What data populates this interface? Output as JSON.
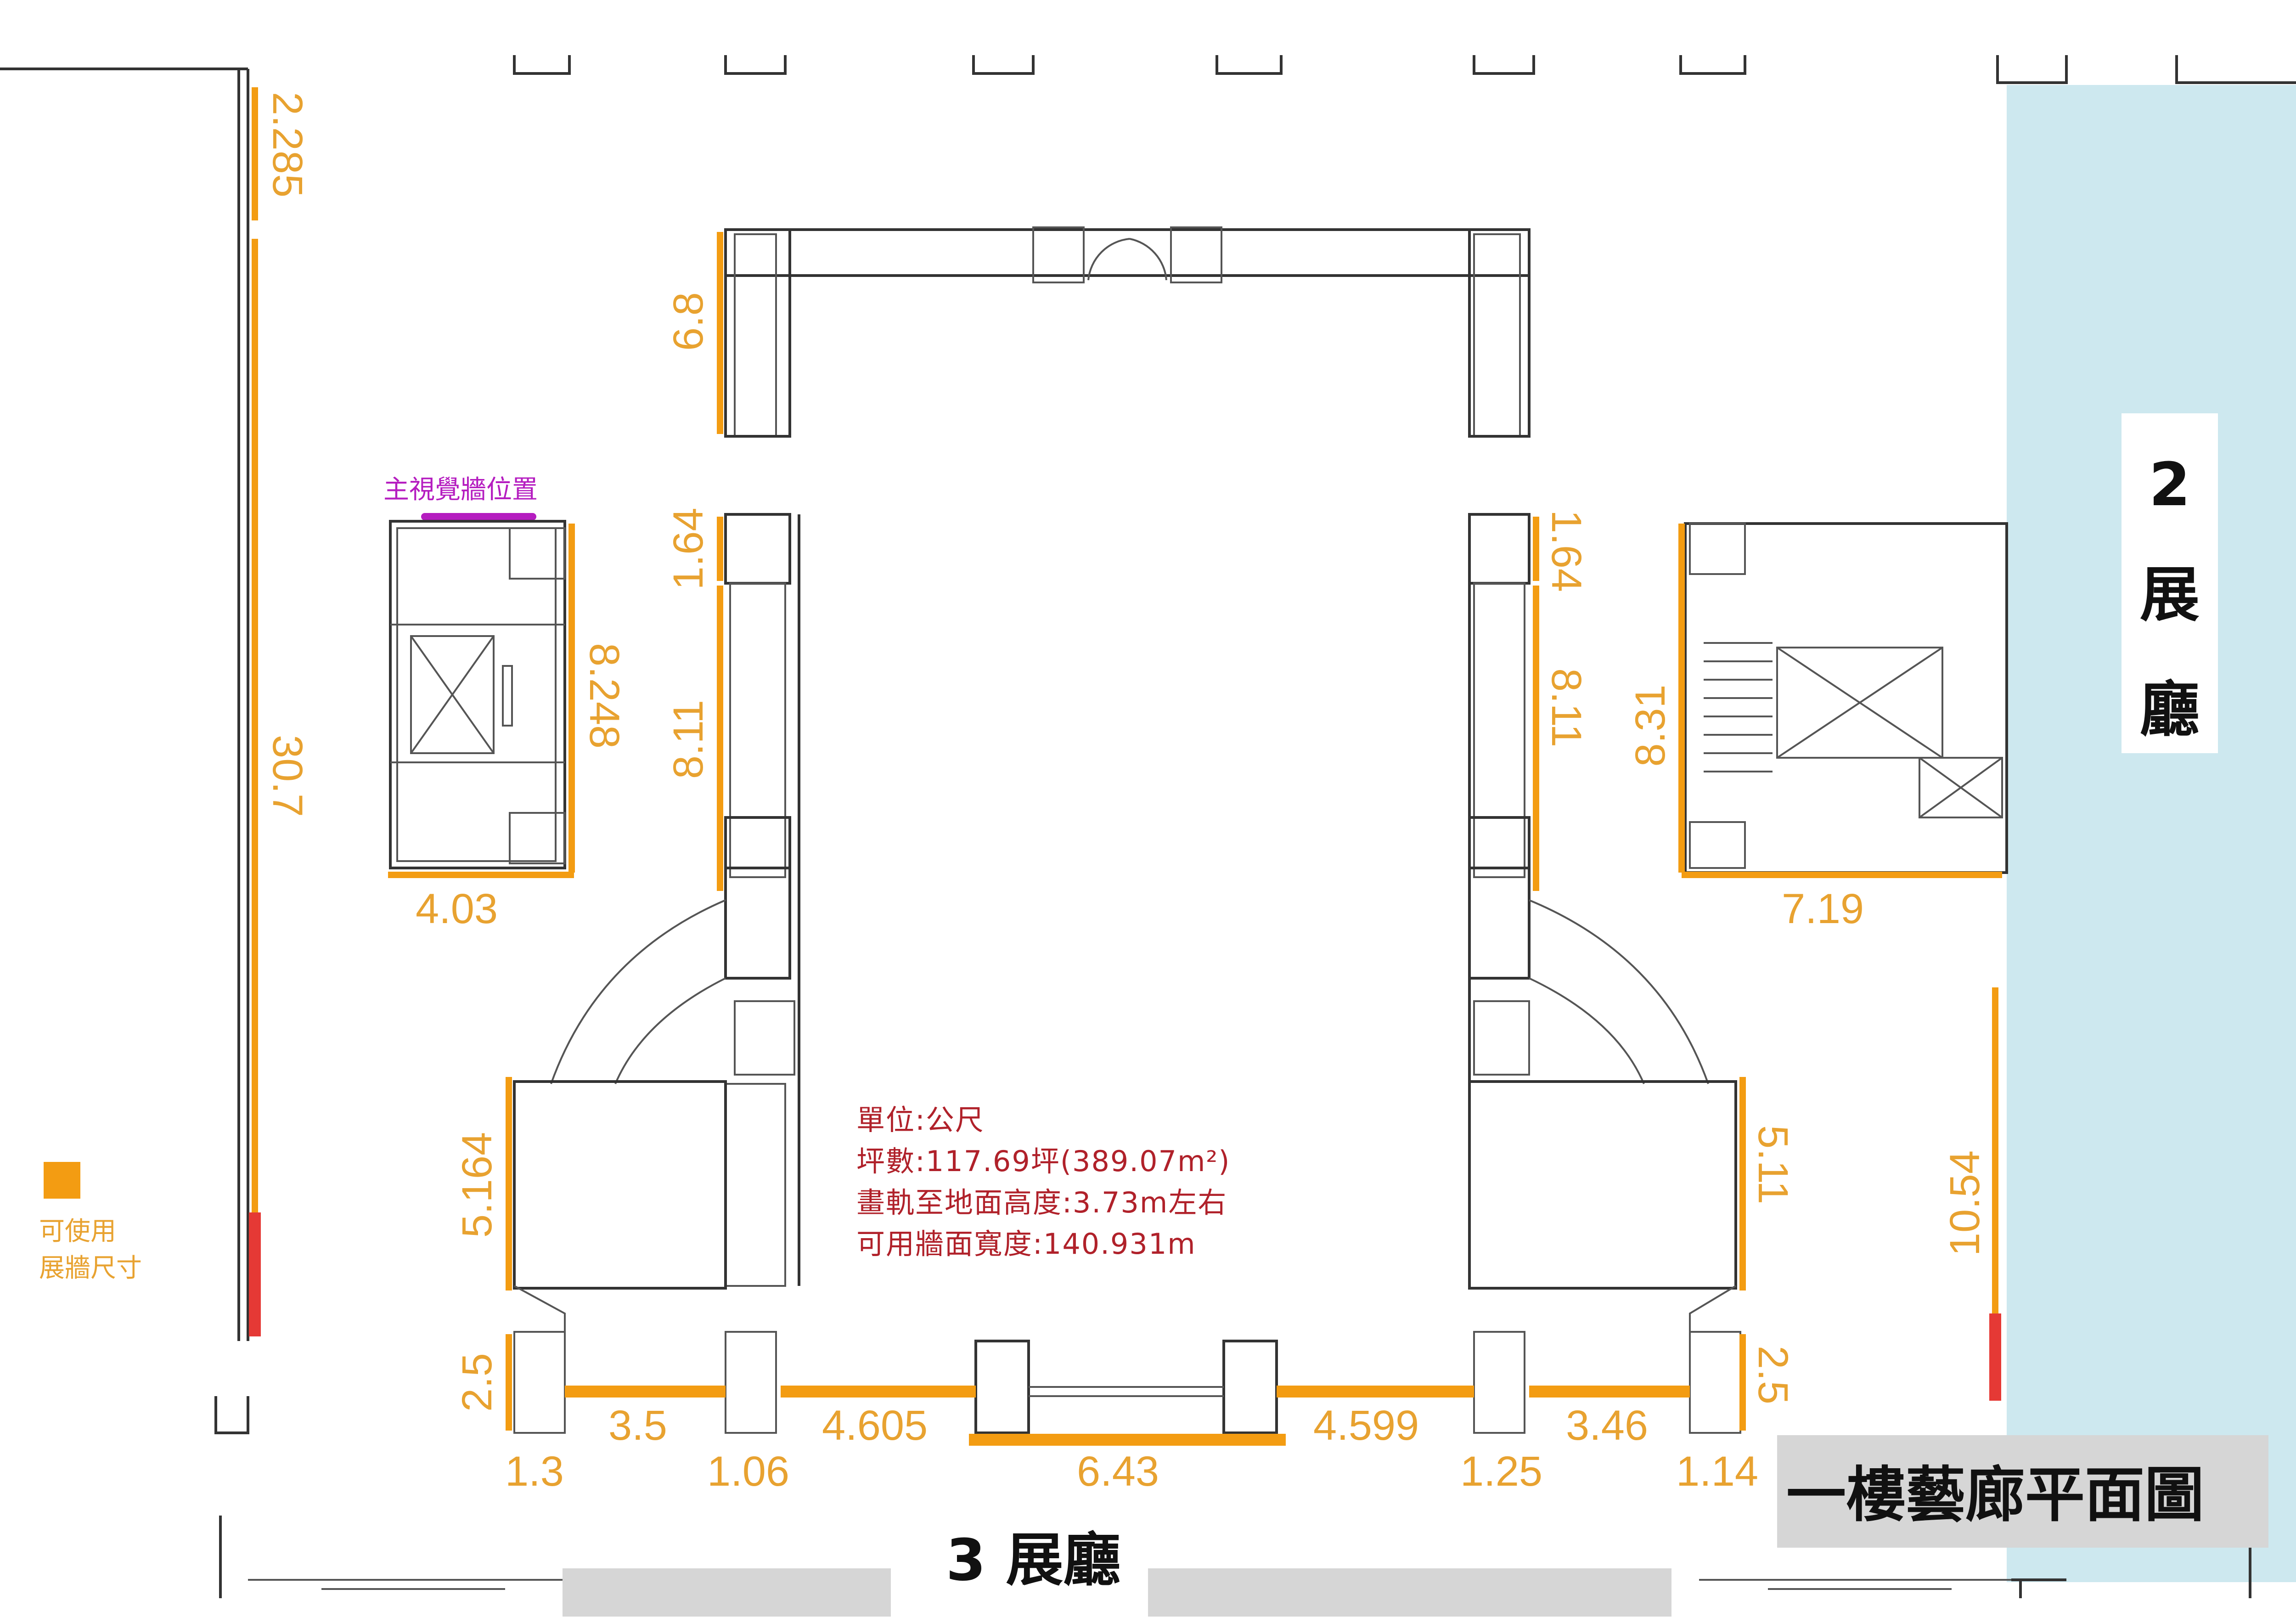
{
  "plan_title": "一樓藝廊平面圖",
  "hall_2": {
    "number": "2",
    "line1": "展",
    "line2": "廳"
  },
  "hall_3": "3 展廳",
  "main_visual_wall_label": "主視覺牆位置",
  "legend": {
    "line1": "可使用",
    "line2": "展牆尺寸"
  },
  "notes": {
    "unit": "單位:公尺",
    "area": "坪數:117.69坪(389.07m²)",
    "rail_height": "畫軌至地面高度:3.73m左右",
    "usable_width": "可用牆面寬度:140.931m"
  },
  "dimensions": {
    "left_top": "2.285",
    "left_long": "30.7",
    "top_left_upper": "6.8",
    "left_pillar_1": "1.64",
    "left_inner": "8.11",
    "elevator_right": "8.248",
    "elevator_bottom": "4.03",
    "right_pillar_1": "1.64",
    "right_inner": "8.11",
    "stair_left": "8.31",
    "stair_bottom": "7.19",
    "left_room": "5.164",
    "right_room": "5.11",
    "right_far": "10.54",
    "bottom_left_25": "2.5",
    "bottom_right_25": "2.5",
    "b_3_5": "3.5",
    "b_4_605": "4.605",
    "b_6_43": "6.43",
    "b_4_599": "4.599",
    "b_3_46": "3.46",
    "b_1_3": "1.3",
    "b_1_06": "1.06",
    "b_1_25": "1.25",
    "b_1_14": "1.14"
  },
  "colors": {
    "usable_wall": "#f39c12",
    "unusable_wall": "#e53935",
    "hall_2_bg": "#cde8ef",
    "title_bg": "#d6d6d6",
    "note_text": "#b0212a",
    "purple_marker": "#b51dc0"
  }
}
